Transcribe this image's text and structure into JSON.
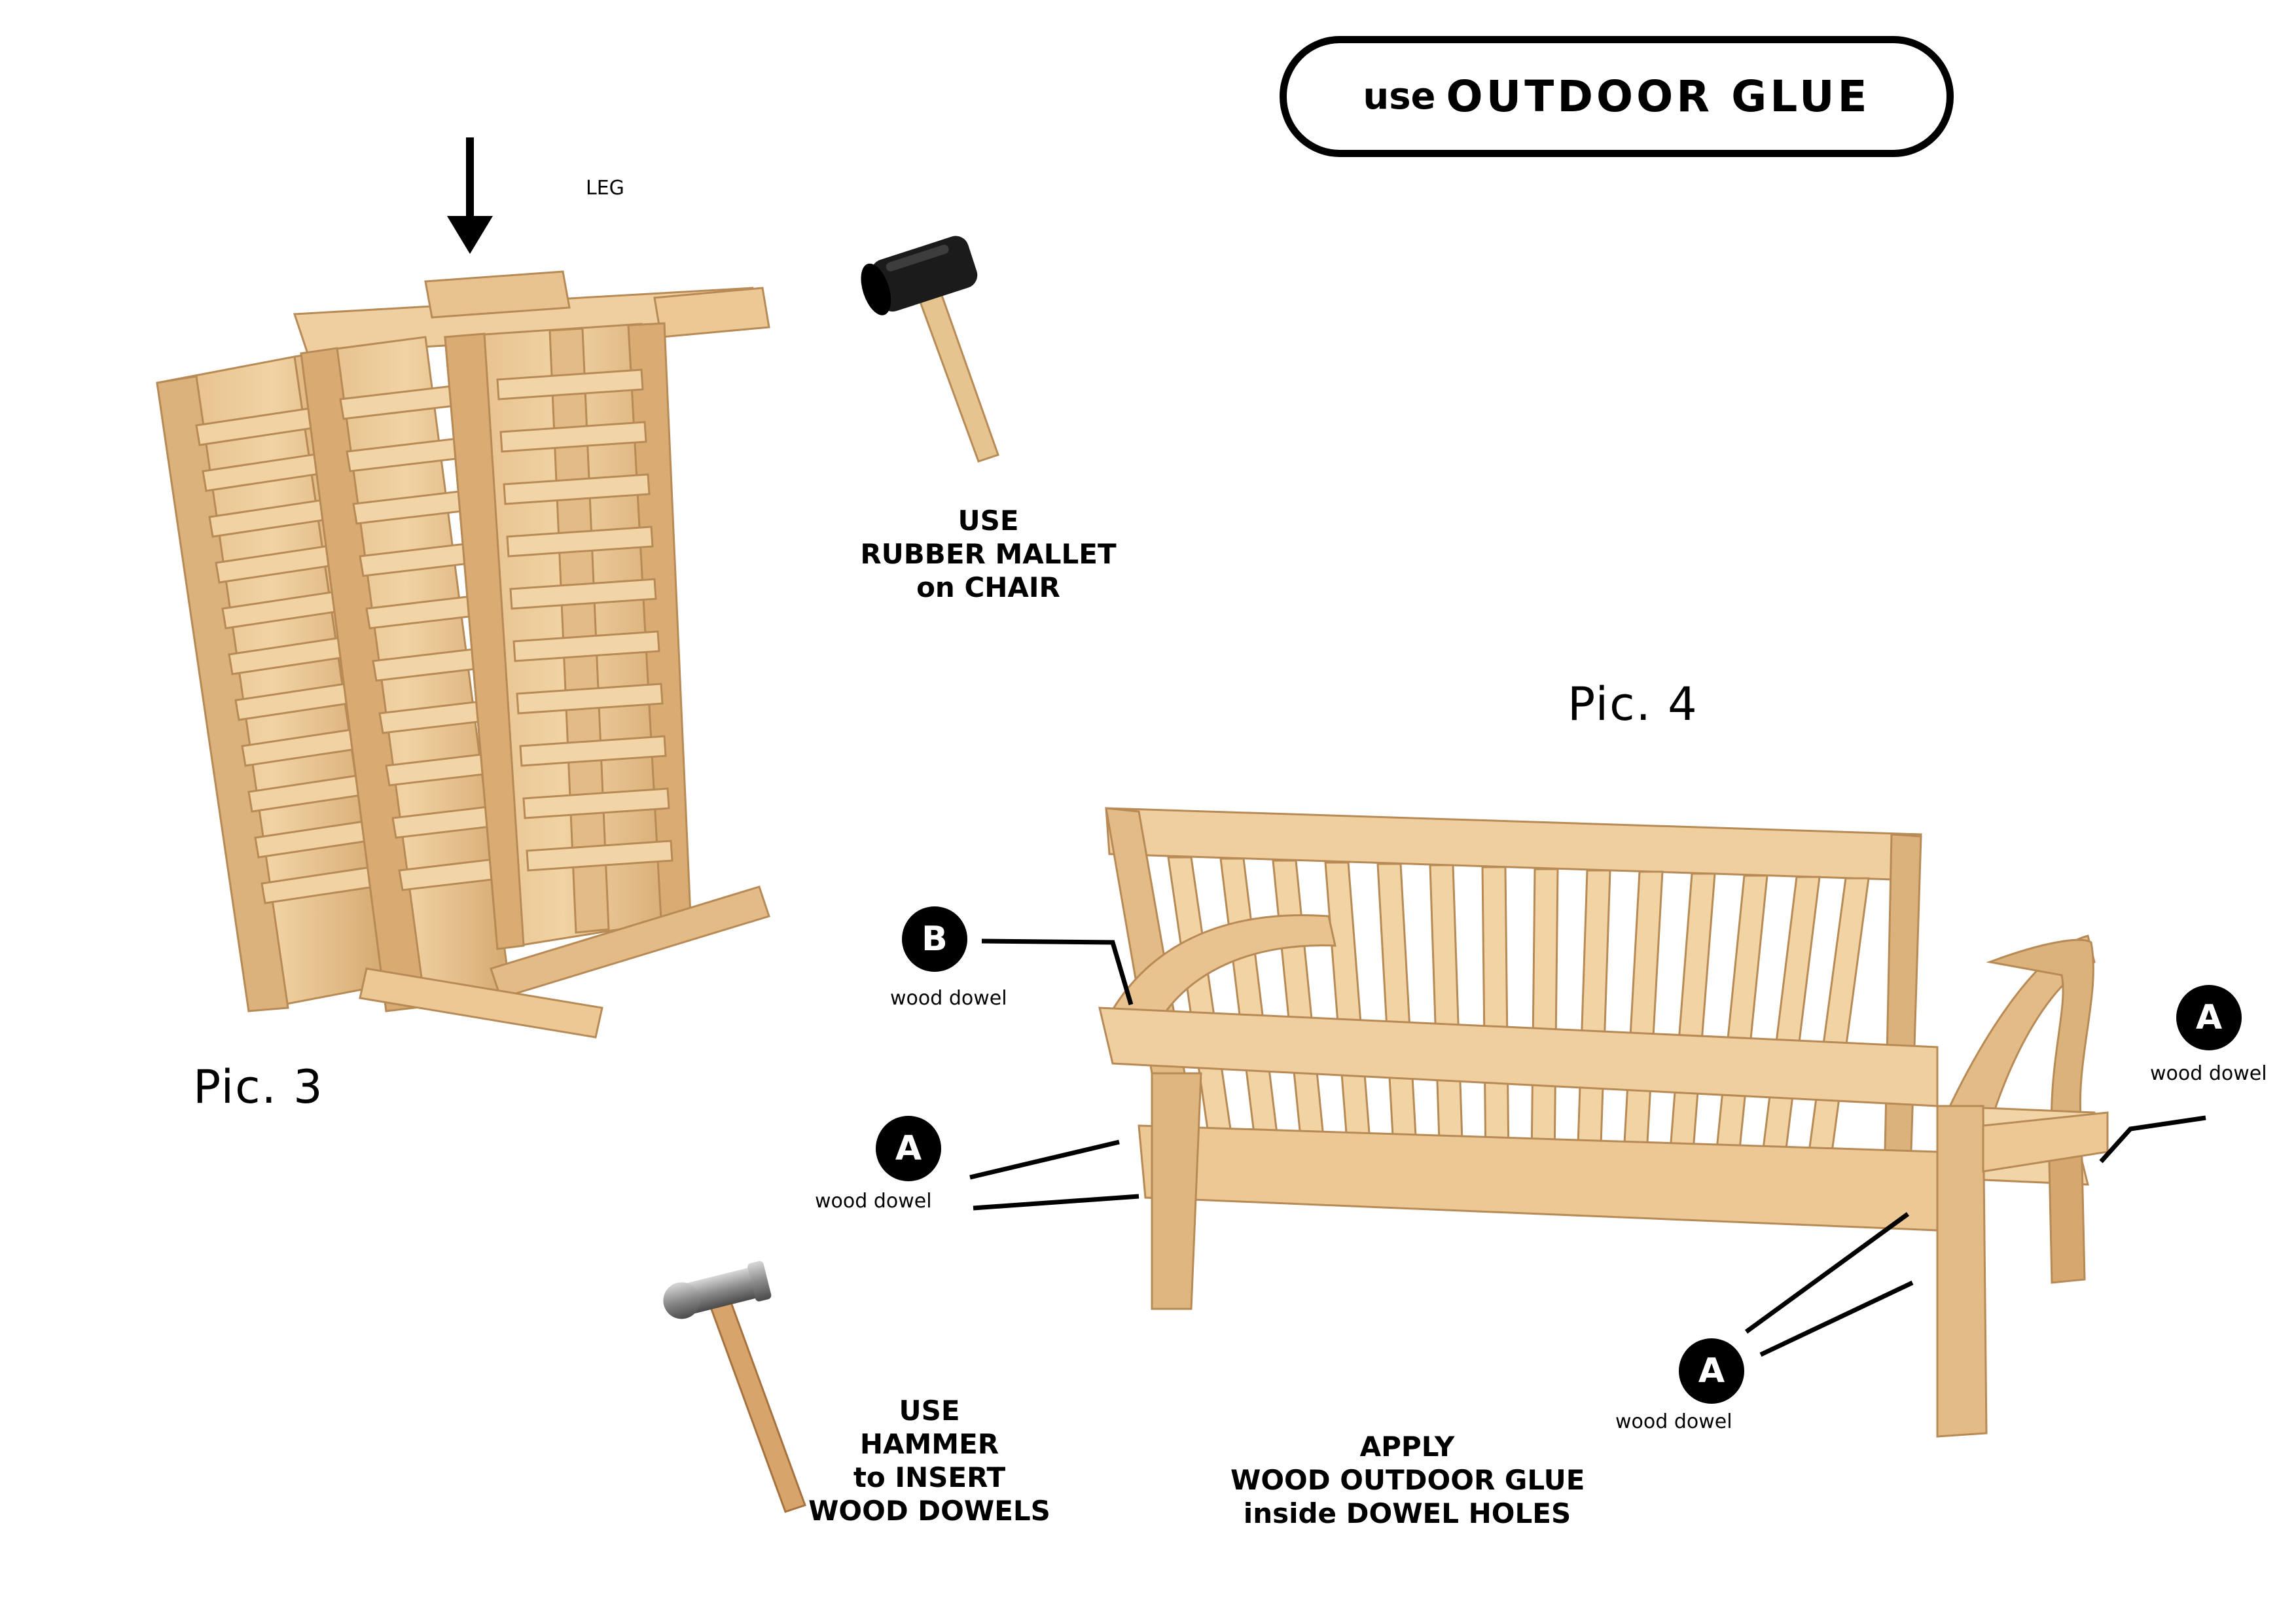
{
  "banner": {
    "prefix": "use",
    "main": "OUTDOOR GLUE"
  },
  "pic3": {
    "label": "Pic. 3",
    "leg_label": "LEG"
  },
  "pic4": {
    "label": "Pic. 4"
  },
  "mallet_note": {
    "line1": "USE",
    "line2": "RUBBER MALLET",
    "line3": "on CHAIR"
  },
  "hammer_note": {
    "line1": "USE",
    "line2": "HAMMER",
    "line3": "to INSERT",
    "line4": "WOOD DOWELS"
  },
  "glue_note": {
    "line1": "APPLY",
    "line2": "WOOD OUTDOOR GLUE",
    "line3": "inside DOWEL HOLES"
  },
  "callouts": [
    {
      "badge": "B",
      "caption": "wood dowel"
    },
    {
      "badge": "A",
      "caption": "wood dowel"
    },
    {
      "badge": "A",
      "caption": "wood dowel"
    },
    {
      "badge": "A",
      "caption": "wood dowel"
    }
  ],
  "colors": {
    "wood_light": "#efcf9f",
    "wood_mid": "#dcb27c",
    "wood_dark": "#b88a55",
    "ink": "#000000"
  }
}
